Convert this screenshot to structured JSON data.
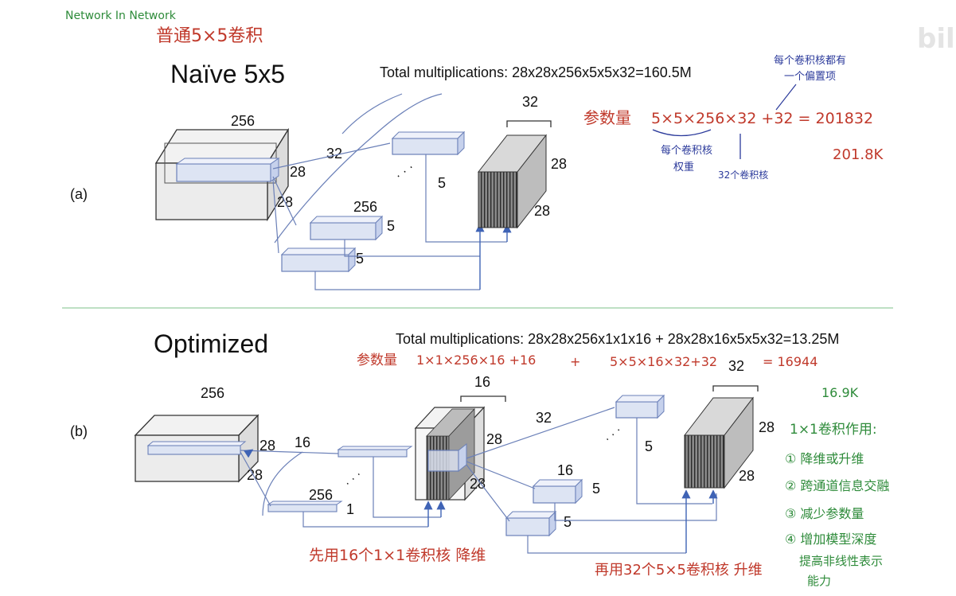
{
  "colors": {
    "handwriting_green": "#2e8b3a",
    "handwriting_red": "#c0392b",
    "handwriting_blue": "#2b3a9b",
    "box_fill": "#dde4f3",
    "box_stroke": "#6b80b8",
    "arrow_blue": "#3f63b5",
    "divider_green": "#a8d5b0"
  },
  "annotations_top": {
    "network_in_network": "Network In Network",
    "normal_conv": "普通5×5卷积",
    "bias_note_1": "每个卷积核都有",
    "bias_note_2": "一个偏置项",
    "params_label": "参数量",
    "params_formula": "5×5×256×32 +32 = 201832",
    "weight_note_1": "每个卷积核",
    "weight_note_2": "权重",
    "kernel_count_note": "32个卷积核",
    "params_k": "201.8K"
  },
  "section_a": {
    "title": "Naïve 5x5",
    "total": "Total multiplications: 28x28x256x5x5x32=160.5M",
    "label": "(a)",
    "in_depth": "256",
    "in_h": "28",
    "in_w": "28",
    "filters_count": "32",
    "filter_c": "256",
    "filter_k1": "5",
    "filter_k2": "5",
    "filter_k3": "5",
    "dots": "· · ·",
    "out_depth": "32",
    "out_h": "28",
    "out_w": "28"
  },
  "section_b": {
    "title": "Optimized",
    "total": "Total multiplications: 28x28x256x1x1x16 + 28x28x16x5x5x32=13.25M",
    "label": "(b)",
    "params_label": "参数量",
    "params_part1": "1×1×256×16 +16",
    "plus": "+",
    "params_part2": "5×5×16×32+32",
    "params_result": "= 16944",
    "params_k": "16.9K",
    "in_depth": "256",
    "in_h": "28",
    "in_w": "28",
    "f1_count": "16",
    "f1_c": "256",
    "f1_k": "1",
    "dots1": "· · ·",
    "mid_depth": "16",
    "mid_h": "28",
    "mid_w": "28",
    "f2_count": "32",
    "f2_c": "16",
    "f2_k1": "5",
    "f2_k2": "5",
    "f2_k3": "5",
    "dots2": "· · ·",
    "out_depth": "32",
    "out_h": "28",
    "out_w": "28",
    "note_reduce": "先用16个1×1卷积核 降维",
    "note_expand": "再用32个5×5卷积核 升维"
  },
  "notes_1x1": {
    "heading": "1×1卷积作用:",
    "items": [
      "① 降维或升维",
      "② 跨通道信息交融",
      "③ 减少参数量",
      "④ 增加模型深度"
    ],
    "extra_1": "提高非线性表示",
    "extra_2": "能力"
  },
  "watermark": "bili"
}
